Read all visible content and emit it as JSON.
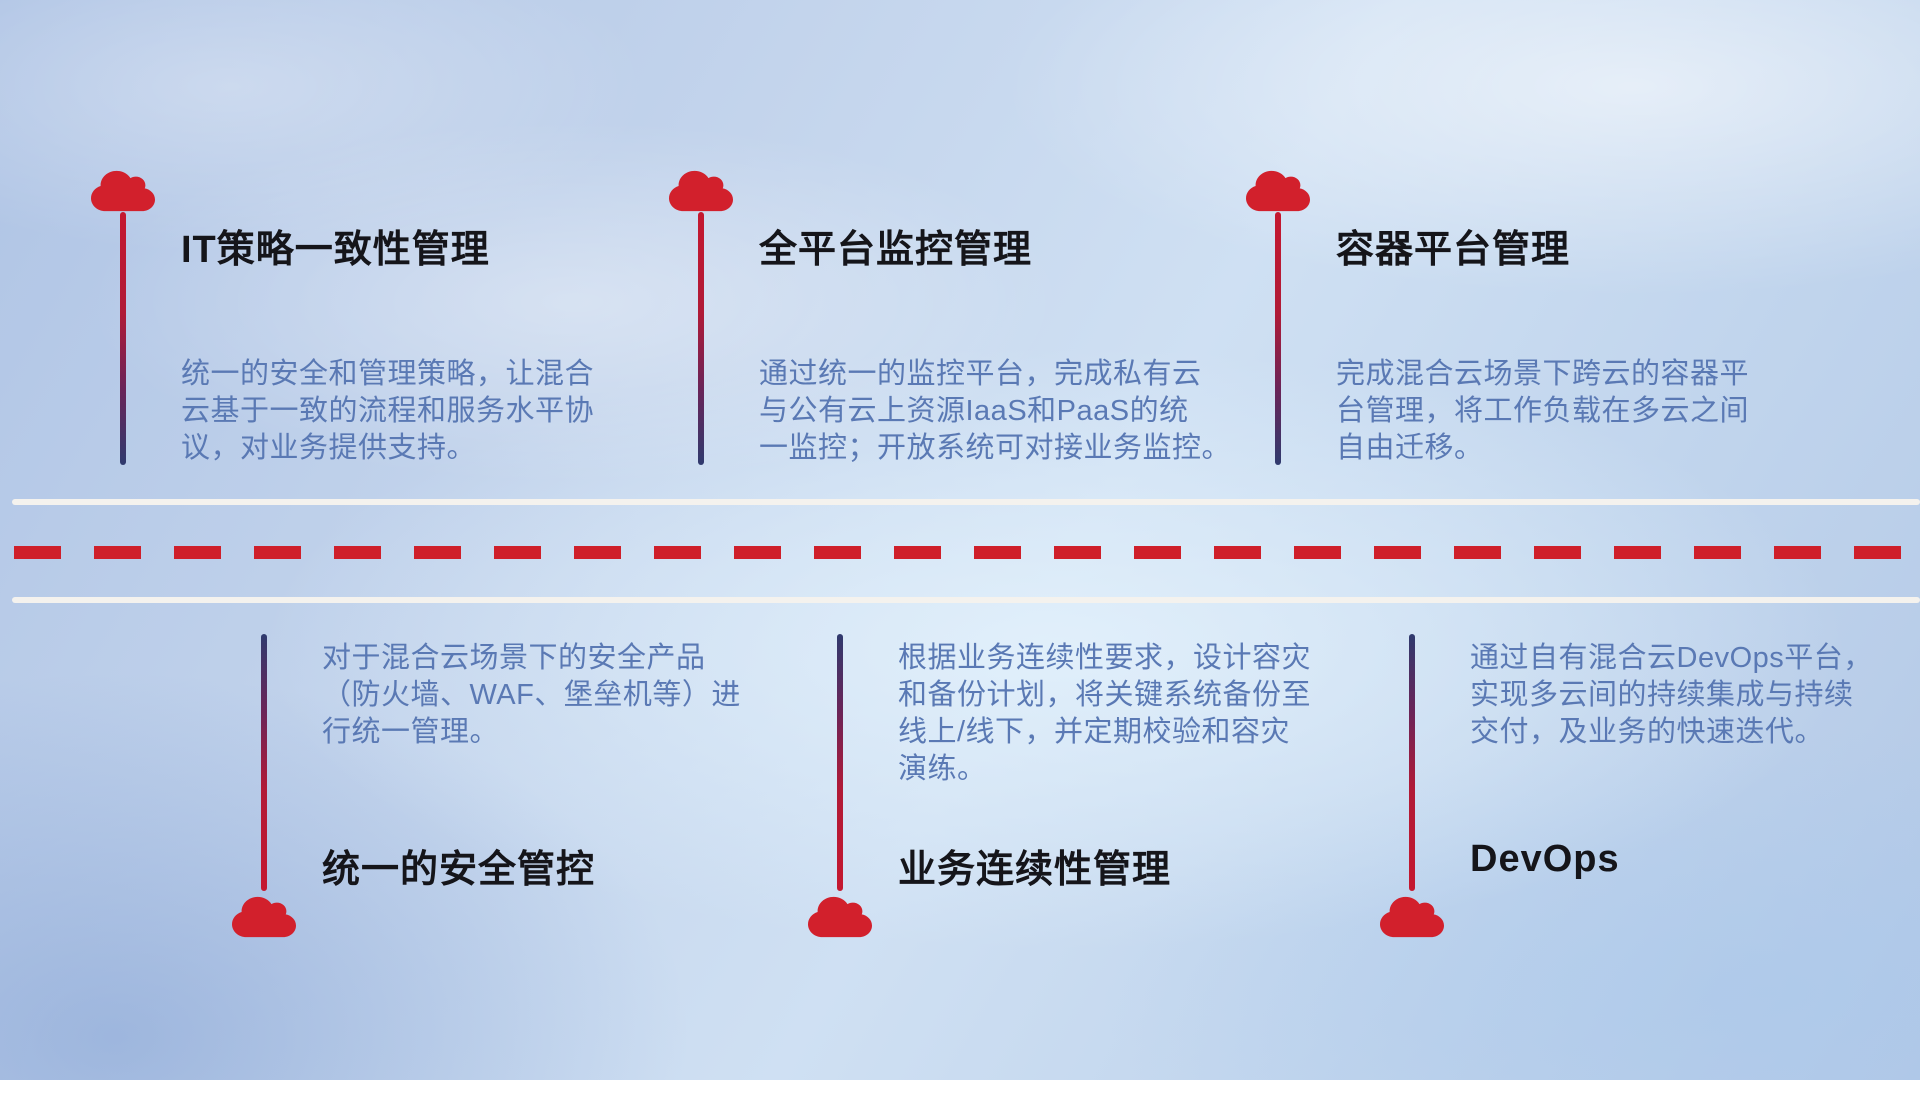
{
  "top_items": [
    {
      "title": "IT策略一致性管理",
      "description": "统一的安全和管理策略，让混合\n云基于一致的流程和服务水平协\n议，对业务提供支持。",
      "icon": "cloud-icon"
    },
    {
      "title": "全平台监控管理",
      "description": "通过统一的监控平台，完成私有云\n与公有云上资源IaaS和PaaS的统\n一监控；开放系统可对接业务监控。",
      "icon": "cloud-icon"
    },
    {
      "title": "容器平台管理",
      "description": "完成混合云场景下跨云的容器平\n台管理，将工作负载在多云之间\n自由迁移。",
      "icon": "cloud-icon"
    }
  ],
  "bottom_items": [
    {
      "title": "统一的安全管控",
      "description": "对于混合云场景下的安全产品\n（防火墙、WAF、堡垒机等）进\n行统一管理。",
      "icon": "cloud-icon"
    },
    {
      "title": "业务连续性管理",
      "description": "根据业务连续性要求，设计容灾\n和备份计划，将关键系统备份至\n线上/线下，并定期校验和容灾\n演练。",
      "icon": "cloud-icon"
    },
    {
      "title": "DevOps",
      "description": "通过自有混合云DevOps平台，\n实现多云间的持续集成与持续\n交付，及业务的快速迭代。",
      "icon": "cloud-icon"
    }
  ],
  "colors": {
    "cloud_red": "#d2202c",
    "dash_red": "#cf1f2a",
    "stem_red": "#c5182f",
    "stem_navy": "#2f3a6e",
    "lane_line_white": "#f4f2ee",
    "title_text": "#15151a",
    "description_text": "#5a79b4"
  }
}
